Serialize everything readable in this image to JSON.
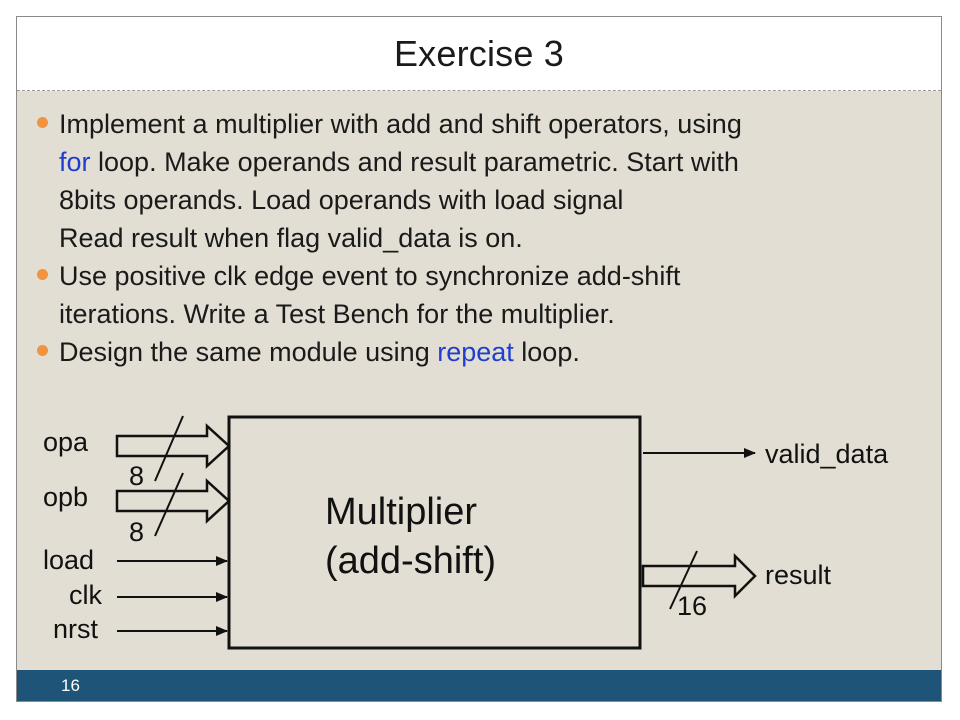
{
  "slide": {
    "title": "Exercise 3",
    "page_number": "16",
    "bullets": [
      {
        "lines": [
          {
            "parts": [
              "Implement a multiplier with add and shift operators, using"
            ]
          },
          {
            "parts": [
              "",
              "for",
              " loop. Make operands and result parametric. Start with"
            ]
          },
          {
            "parts": [
              "8bits operands. Load operands with load signal"
            ]
          },
          {
            "parts": [
              "Read result when flag valid_data is on."
            ]
          }
        ]
      },
      {
        "lines": [
          {
            "parts": [
              "Use positive clk edge event to synchronize add-shift"
            ]
          },
          {
            "parts": [
              "iterations. Write a Test Bench for the multiplier."
            ]
          }
        ]
      },
      {
        "lines": [
          {
            "parts": [
              "Design the same module using ",
              "repeat",
              " loop."
            ]
          }
        ]
      }
    ]
  },
  "diagram": {
    "block_label_line1": "Multiplier",
    "block_label_line2": "(add-shift)",
    "inputs": {
      "opa": "opa",
      "opb": "opb",
      "load": "load",
      "clk": "clk",
      "nrst": "nrst"
    },
    "bus_widths": {
      "opa": "8",
      "opb": "8",
      "result": "16"
    },
    "outputs": {
      "valid_data": "valid_data",
      "result": "result"
    }
  },
  "colors": {
    "keyword": "#1f3fd0",
    "bullet": "#f29340",
    "footer": "#1e5478",
    "content_bg": "#e3ded3"
  }
}
